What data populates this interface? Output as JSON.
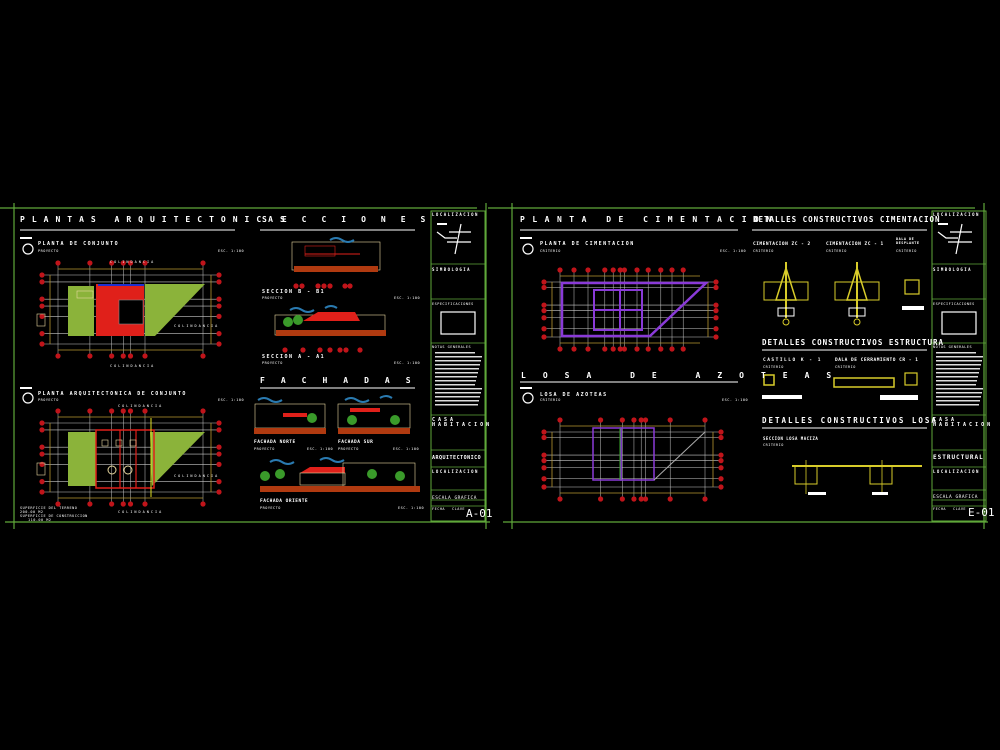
{
  "colors": {
    "background": "#000000",
    "border": "#5fa83a",
    "text": "#ffffff",
    "bubble": "#c0141a",
    "roof": "#e0201a",
    "grass": "#8bb33a",
    "wall_detail": "#d8cc2a",
    "foundation": "#8a3ad8",
    "grid": "#c8c8c8",
    "dimension": "#b89830"
  },
  "sheet_left": {
    "titles": {
      "plantas": "PLANTAS ARQUITECTONICAS",
      "secciones": "SECCIONES",
      "fachadas": "FACHADAS"
    },
    "planta_conjunto": {
      "title": "PLANTA DE CONJUNTO",
      "sub": "PROYECTO",
      "scale": "ESC. 1:100",
      "top": "COLINDANCIA",
      "right": "COLINDANCIA",
      "bottom": "COLINDANCIA"
    },
    "planta_arq": {
      "title": "PLANTA ARQUITECTONICA DE CONJUNTO",
      "sub": "PROYECTO",
      "scale": "ESC. 1:100",
      "top": "COLINDANCIA",
      "right": "COLINDANCIA",
      "bottom": "COLINDANCIA",
      "notes": [
        "SUPERFICIE DEL TERRENO",
        "200.00 M2",
        "SUPERFICIE DE CONSTRUCCION",
        "110.00 M2"
      ]
    },
    "seccion_b": {
      "title": "SECCION B - B1",
      "sub": "PROYECTO",
      "scale": "ESC. 1:100"
    },
    "seccion_a": {
      "title": "SECCION A - A1",
      "sub": "PROYECTO",
      "scale": "ESC. 1:100"
    },
    "fachada_norte": {
      "title": "FACHADA NORTE",
      "sub": "PROYECTO",
      "scale": "ESC. 1:100"
    },
    "fachada_sur": {
      "title": "FACHADA SUR",
      "sub": "PROYECTO",
      "scale": "ESC. 1:100"
    },
    "fachada_oriente": {
      "title": "FACHADA ORIENTE",
      "sub": "PROYECTO",
      "scale": "ESC. 1:100"
    },
    "title_block": {
      "localizacion": "LOCALIZACION",
      "simbologia": "SIMBOLOGIA",
      "especificaciones": "ESPECIFICACIONES",
      "notas": "NOTAS GENERALES",
      "proyecto": "CASA HABITACION",
      "tipo": "ARQUITECTONICO",
      "localizacion2": "LOCALIZACION",
      "escala": "ESCALA GRAFICA",
      "fecha": "FECHA",
      "clave_label": "CLAVE",
      "clave": "A-01"
    }
  },
  "sheet_right": {
    "titles": {
      "cimentacion": "PLANTA DE CIMENTACION",
      "det_cim": "DETALLES CONSTRUCTIVOS CIMENTACION",
      "det_est": "DETALLES CONSTRUCTIVOS ESTRUCTURA",
      "losa": "LOSA DE AZOTEAS",
      "det_losa": "DETALLES CONSTRUCTIVOS LOSA"
    },
    "planta_cim": {
      "title": "PLANTA DE CIMENTACION",
      "sub": "CRITERIO",
      "scale": "ESC. 1:100"
    },
    "zc2": {
      "title": "CIMENTACION ZC - 2",
      "sub": "CRITERIO"
    },
    "zc1": {
      "title": "CIMENTACION ZC - 1",
      "sub": "CRITERIO"
    },
    "dala": {
      "title": "DALA DE DESPLANTE",
      "sub": "CRITERIO"
    },
    "castillo": {
      "title": "CASTILLO K - 1",
      "sub": "CRITERIO"
    },
    "cerramiento": {
      "title": "DALA DE CERRAMIENTO CR - 1",
      "sub": "CRITERIO"
    },
    "losa_plan": {
      "title": "LOSA DE AZOTEAS",
      "sub": "CRITERIO",
      "scale": "ESC. 1:100"
    },
    "seccion_losa": {
      "title": "SECCION LOSA MACIZA",
      "sub": "CRITERIO"
    },
    "title_block": {
      "localizacion": "LOCALIZACION",
      "simbologia": "SIMBOLOGIA",
      "especificaciones": "ESPECIFICACIONES",
      "notas": "NOTAS GENERALES",
      "proyecto": "CASA HABITACION",
      "tipo": "ESTRUCTURAL",
      "localizacion2": "LOCALIZACION",
      "escala": "ESCALA GRAFICA",
      "fecha": "FECHA",
      "clave_label": "CLAVE",
      "clave": "E-01"
    }
  }
}
